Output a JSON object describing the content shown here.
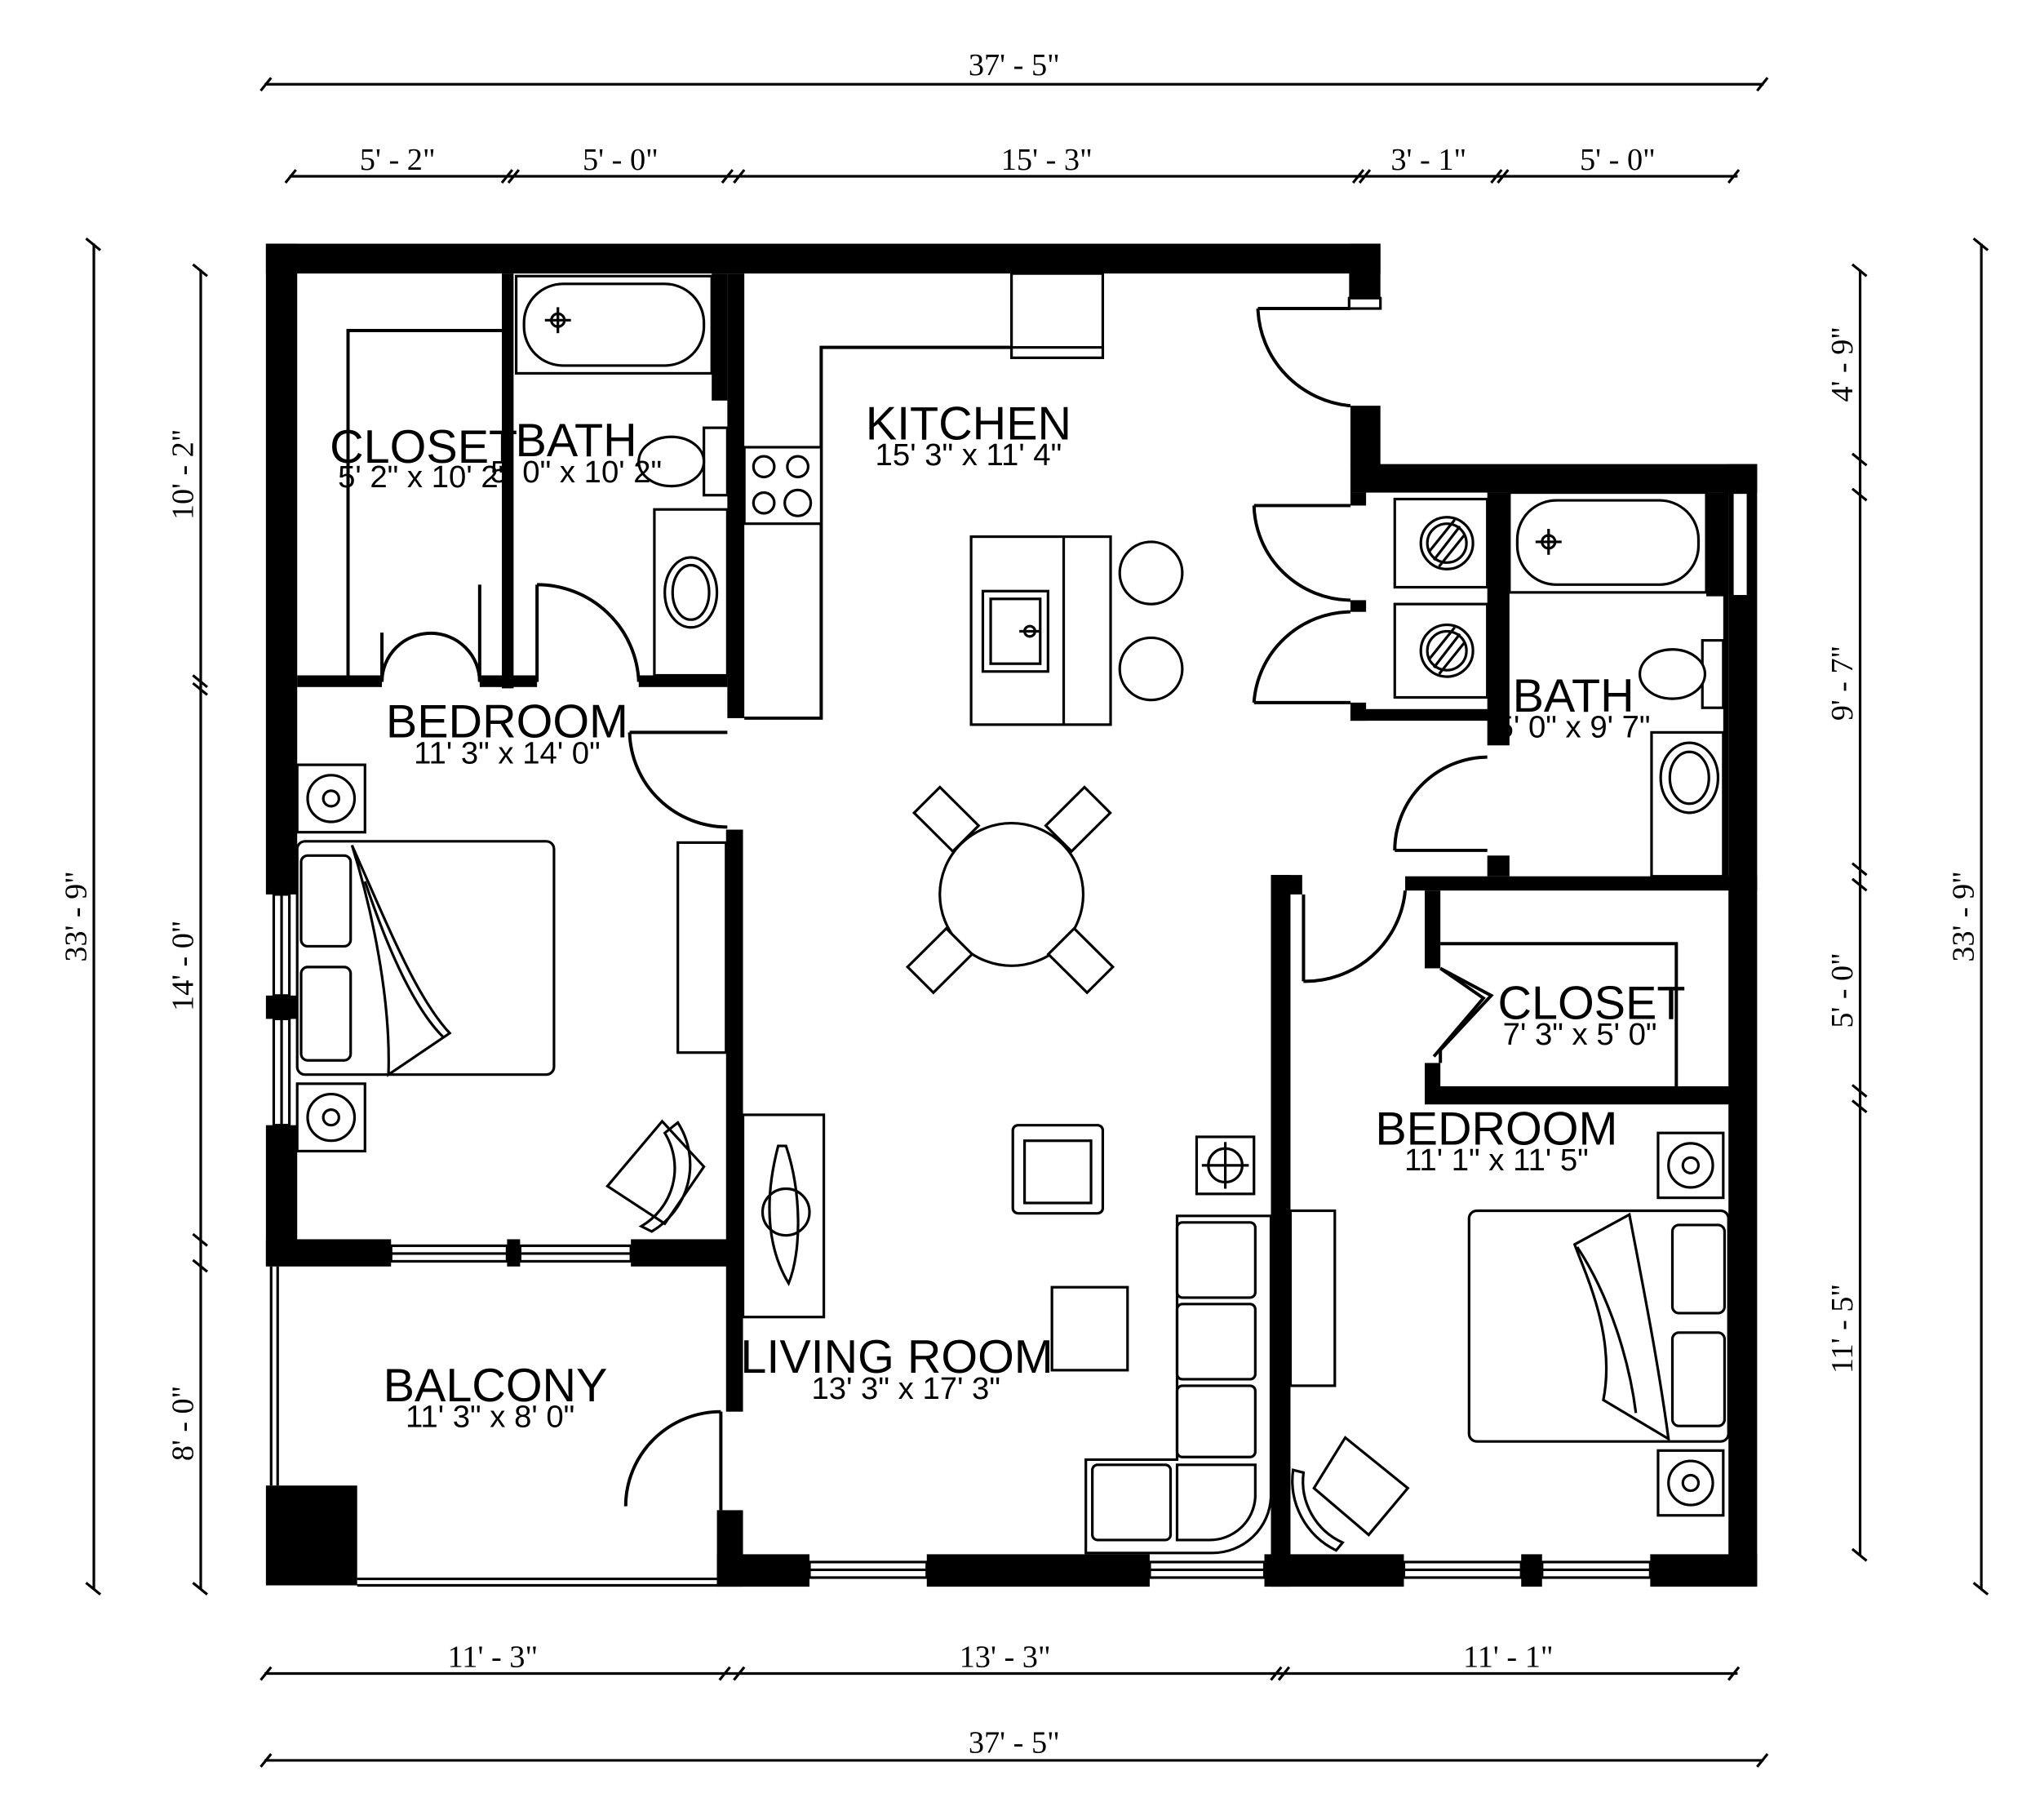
{
  "rooms": {
    "closet_left": {
      "name": "CLOSET",
      "size": "5' 2\" x 10' 2\""
    },
    "bath_left": {
      "name": "BATH",
      "size": "5' 0\" x 10' 2\""
    },
    "kitchen": {
      "name": "KITCHEN",
      "size": "15' 3\" x 11' 4\""
    },
    "bedroom_left": {
      "name": "BEDROOM",
      "size": "11' 3\" x 14' 0\""
    },
    "bath_right": {
      "name": "BATH",
      "size": "5' 0\" x 9' 7\""
    },
    "closet_right": {
      "name": "CLOSET",
      "size": "7' 3\" x 5' 0\""
    },
    "bedroom_right": {
      "name": "BEDROOM",
      "size": "11' 1\" x 11' 5\""
    },
    "living_room": {
      "name": "LIVING ROOM",
      "size": "13' 3\" x 17' 3\""
    },
    "balcony": {
      "name": "BALCONY",
      "size": "11' 3\" x 8' 0\""
    }
  },
  "dimensions": {
    "top_overall": "37' - 5\"",
    "top_segments": [
      "5' - 2\"",
      "5' - 0\"",
      "15' - 3\"",
      "3' - 1\"",
      "5' - 0\""
    ],
    "bottom_segments": [
      "11' - 3\"",
      "13' - 3\"",
      "11' - 1\""
    ],
    "bottom_overall": "37' - 5\"",
    "left_overall": "33' - 9\"",
    "left_segments": [
      "10' - 2\"",
      "14' - 0\"",
      "8' - 0\""
    ],
    "right_overall": "33' - 9\"",
    "right_segments": [
      "4' - 9\"",
      "9' - 7\"",
      "5' - 0\"",
      "11' - 5\""
    ]
  }
}
